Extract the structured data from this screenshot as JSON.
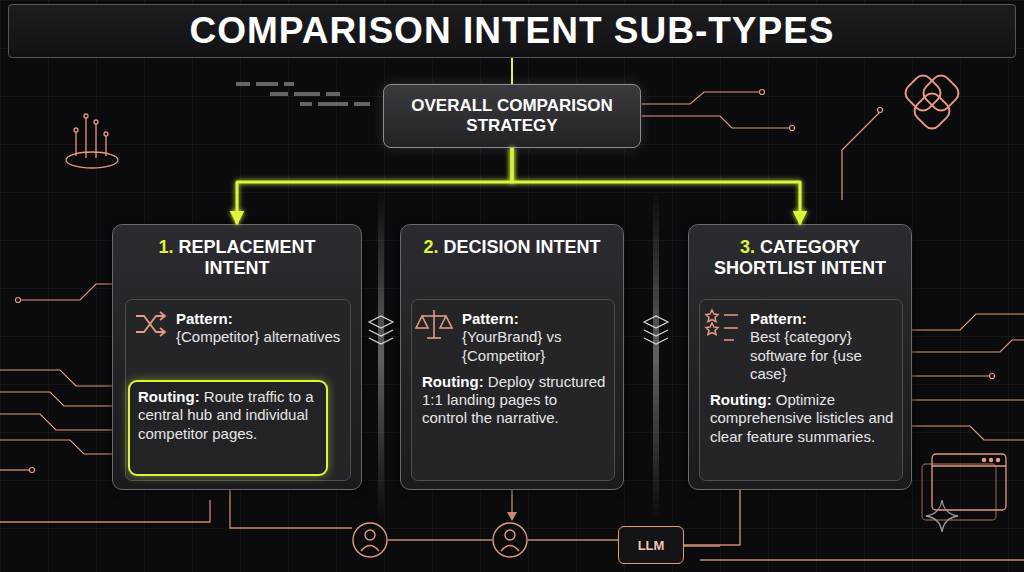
{
  "diagram": {
    "title": "COMPARISON INTENT SUB-TYPES",
    "nodes": [
      {
        "text": [
          "OVERALL COMPARISON STRATEGY"
        ]
      },
      {
        "text": [
          "1.",
          "REPLACEMENT INTENT"
        ]
      },
      {
        "text": [
          "Pattern:",
          "{Competitor} alternatives"
        ],
        "in": 1
      },
      {
        "text": [
          "Routing:",
          "Route traffic to a central hub and individual competitor pages."
        ],
        "in": 2
      },
      {
        "text": [
          "2.",
          "DECISION INTENT"
        ]
      },
      {
        "text": [
          "Pattern:",
          "{YourBrand} vs {Competitor}",
          "Routing:",
          "Deploy structured 1:1 landing pages to control the narrative."
        ],
        "in": 4
      },
      {
        "text": [
          "3.",
          "CATEGORY SHORTLIST INTENT"
        ]
      },
      {
        "text": [
          "Pattern:",
          "Best {category} software for {use case}",
          "Routing:",
          "Optimize comprehensive listicles and clear feature summaries."
        ],
        "in": 6
      },
      {
        "text": [
          "LLM"
        ]
      }
    ],
    "edges": [
      {
        "from": 0,
        "to": 1,
        "arrow": "to"
      },
      {
        "from": 0,
        "to": 4,
        "arrow": "to"
      },
      {
        "from": 0,
        "to": 6,
        "arrow": "to"
      },
      {
        "from": 6,
        "to": 8,
        "arrow": "none"
      }
    ]
  }
}
